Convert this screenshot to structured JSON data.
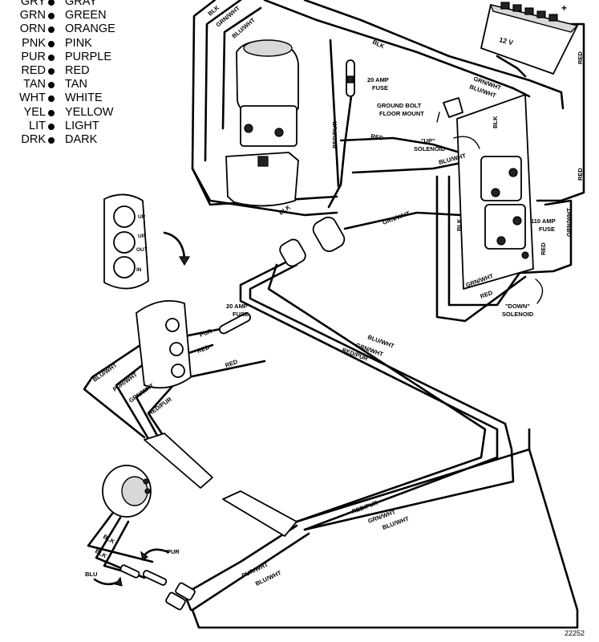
{
  "legend": [
    {
      "abbr": "GRY",
      "name": "GRAY"
    },
    {
      "abbr": "GRN",
      "name": "GREEN"
    },
    {
      "abbr": "ORN",
      "name": "ORANGE"
    },
    {
      "abbr": "PNK",
      "name": "PINK"
    },
    {
      "abbr": "PUR",
      "name": "PURPLE"
    },
    {
      "abbr": "RED",
      "name": "RED"
    },
    {
      "abbr": "TAN",
      "name": "TAN"
    },
    {
      "abbr": "WHT",
      "name": "WHITE"
    },
    {
      "abbr": "YEL",
      "name": "YELLOW"
    },
    {
      "abbr": "LIT",
      "name": "LIGHT"
    },
    {
      "abbr": "DRK",
      "name": "DARK"
    }
  ],
  "labels": {
    "battery": "12 V",
    "battery_plus": "+",
    "fuse_20_top": "20 AMP",
    "fuse_20_top_2": "FUSE",
    "ground_1": "GROUND BOLT",
    "ground_2": "FLOOR MOUNT",
    "up_sol_1": "\"UP\"",
    "up_sol_2": "SOLENOID",
    "fuse_110_1": "110 AMP",
    "fuse_110_2": "FUSE",
    "down_sol_1": "\"DOWN\"",
    "down_sol_2": "SOLENOID",
    "fuse_20_mid": "20 AMP",
    "fuse_20_mid_2": "FUSE",
    "remote_up1": "UP",
    "remote_up2": "UP",
    "remote_out": "OUT",
    "remote_in": "IN",
    "w_blk": "BLK",
    "w_grnwht": "GRN/WHT",
    "w_bluwht": "BLU/WHT",
    "w_redpur": "RED/PUR",
    "w_red": "RED",
    "w_pur": "PUR",
    "w_blu": "BLU",
    "w_purwht": "PUR/WHT",
    "figure_number": "22252"
  }
}
